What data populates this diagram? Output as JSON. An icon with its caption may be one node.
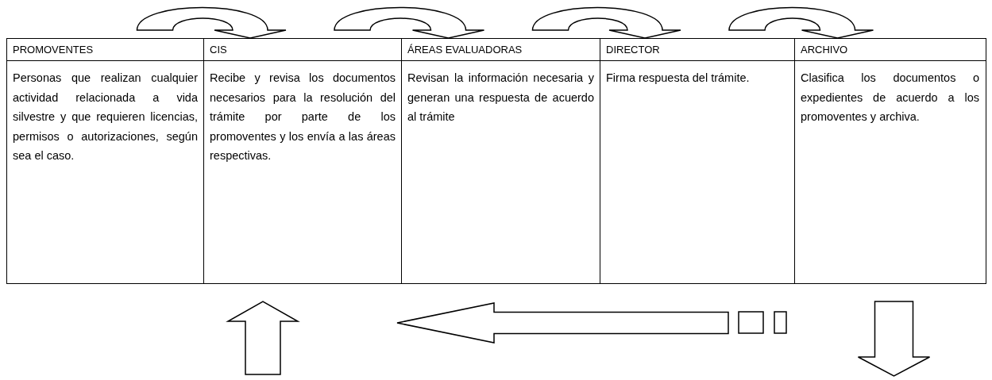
{
  "diagram": {
    "nodes": [
      {
        "text": [
          "PROMOVENTES",
          "Personas que realizan cualquier actividad relacionada a vida silvestre y que requieren licencias, permisos o autorizaciones, según sea el caso."
        ]
      },
      {
        "text": [
          "CIS",
          "Recibe y revisa los documentos necesarios para la resolución del trámite por parte de los promoventes y los envía a las áreas respectivas."
        ]
      },
      {
        "text": [
          "ÁREAS EVALUADORAS",
          "Revisan la información necesaria y generan una respuesta de acuerdo al trámite"
        ]
      },
      {
        "text": [
          "DIRECTOR",
          "Firma respuesta del trámite."
        ]
      },
      {
        "text": [
          "ARCHIVO",
          "Clasifica los documentos o expedientes de acuerdo a los promoventes y archiva."
        ]
      }
    ],
    "edges": [
      {
        "from": 0,
        "to": 1,
        "arrow": "to"
      },
      {
        "from": 1,
        "to": 2,
        "arrow": "to"
      },
      {
        "from": 2,
        "to": 3,
        "arrow": "to"
      },
      {
        "from": 3,
        "to": 4,
        "arrow": "to"
      },
      {
        "from": null,
        "to": 1,
        "arrow": "to"
      },
      {
        "from": 4,
        "to": null,
        "arrow": "to"
      }
    ]
  }
}
